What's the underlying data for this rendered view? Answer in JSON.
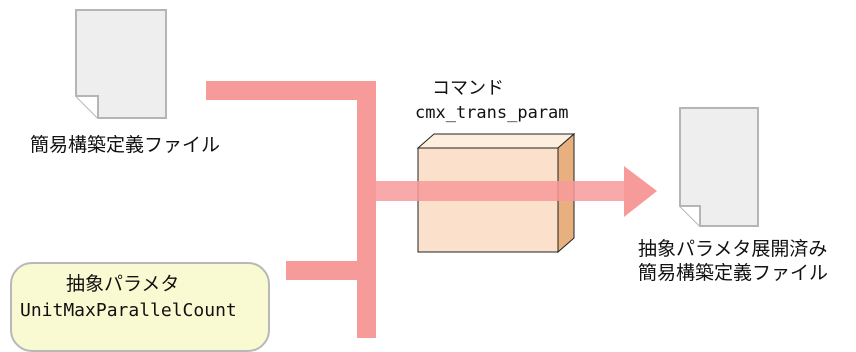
{
  "input_file": {
    "label": "簡易構築定義ファイル",
    "icon": "document-icon"
  },
  "command": {
    "title": "コマンド",
    "name": "cmx_trans_param",
    "icon": "command-box-icon"
  },
  "output_file": {
    "label_line1": "抽象パラメタ展開済み",
    "label_line2": "簡易構築定義ファイル",
    "icon": "document-icon"
  },
  "abstract_param": {
    "title": "抽象パラメタ",
    "name": "UnitMaxParallelCount"
  },
  "colors": {
    "arrow": "#f79a9a",
    "document_fill": "#eeeeee",
    "document_stroke": "#b5b5b5",
    "box_front": "#fbe0cc",
    "box_top": "#fdeedd",
    "box_side": "#e7b07e",
    "param_box_fill": "#fafad2",
    "param_box_stroke": "#b8b8b8"
  }
}
